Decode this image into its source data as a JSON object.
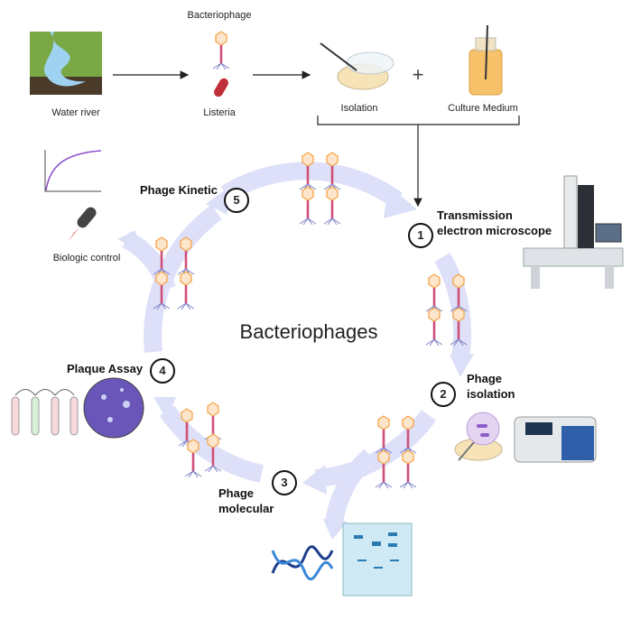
{
  "title": "Bacteriophages",
  "top": {
    "source_label": "Water river",
    "phage_label": "Bacteriophage",
    "host_label": "Listeria",
    "isolation_label": "Isolation",
    "plus": "+",
    "medium_label": "Culture Medium"
  },
  "steps": [
    {
      "number": "1",
      "label_line1": "Transmission",
      "label_line2": "electron microscope"
    },
    {
      "number": "2",
      "label_line1": "Phage",
      "label_line2": "isolation"
    },
    {
      "number": "3",
      "label_line1": "Phage",
      "label_line2": "molecular"
    },
    {
      "number": "4",
      "label_line1": "Plaque Assay",
      "label_line2": ""
    },
    {
      "number": "5",
      "label_line1": "Phage Kinetic",
      "label_line2": ""
    }
  ],
  "side": {
    "biologic_control_label": "Biologic control"
  },
  "colors": {
    "cycle_arrow": "#d9dcf7",
    "phage_head": "#f5a54a",
    "phage_tail": "#d0507a",
    "plaque_plate": "#6a55b8"
  }
}
